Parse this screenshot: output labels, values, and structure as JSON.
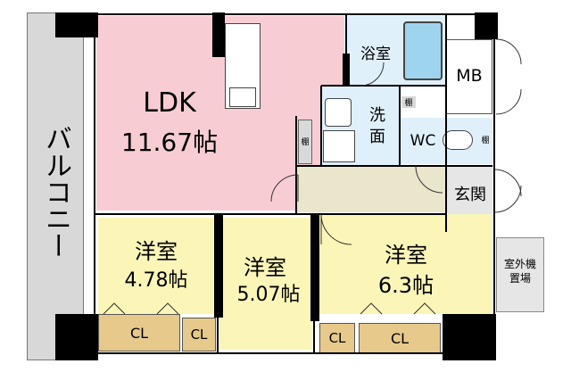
{
  "colors": {
    "ldk": "#f7cdd3",
    "bedroom": "#fbf5b8",
    "closet": "#e7c98b",
    "hall": "#eae6cc",
    "wet": "#dff0fb",
    "balcony": "#d8d8d8",
    "wall": "#000000"
  },
  "rooms": {
    "balcony": {
      "label": "バルコニー"
    },
    "ldk": {
      "name": "LDK",
      "size": "11.67帖"
    },
    "bath": {
      "label": "浴室"
    },
    "mb": {
      "label": "MB"
    },
    "wash": {
      "label": "洗\n面"
    },
    "wc": {
      "label": "WC"
    },
    "entrance": {
      "label": "玄関"
    },
    "west_room": {
      "name": "洋室",
      "size": "4.78帖"
    },
    "center_room": {
      "name": "洋室",
      "size": "5.07帖"
    },
    "east_room": {
      "name": "洋室",
      "size": "6.3帖"
    },
    "outdoor_unit": {
      "label": "室外機\n置場"
    }
  },
  "storage": {
    "shelf": "棚",
    "closet": "CL"
  }
}
